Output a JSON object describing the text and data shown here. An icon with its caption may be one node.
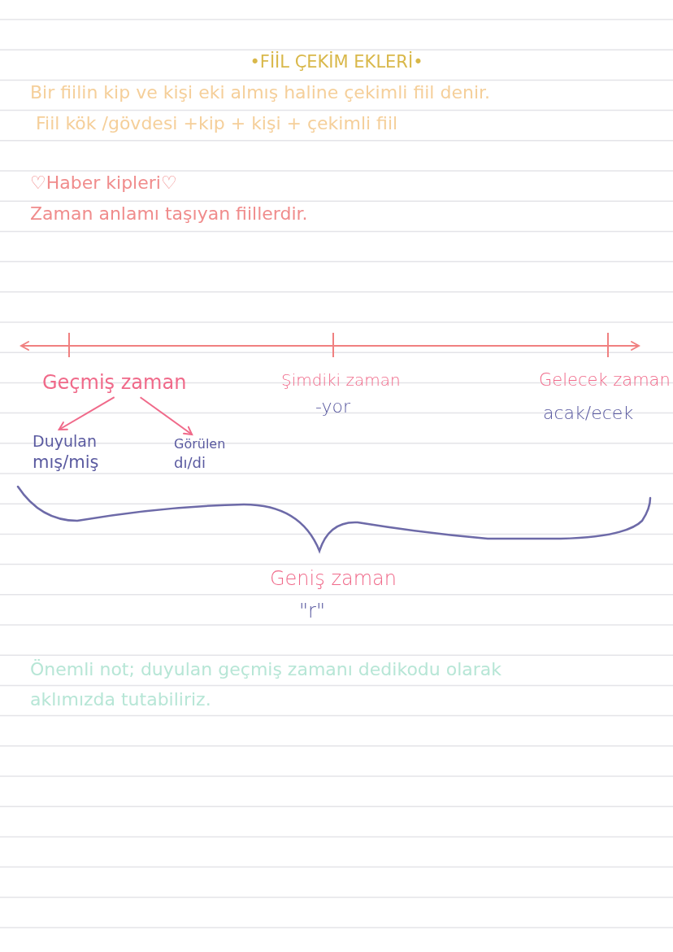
{
  "diagram": {
    "title": "•FİİL ÇEKİM EKLERİ•",
    "nodes": [
      {
        "text": [
          "Geçmiş zaman"
        ]
      },
      {
        "text": [
          "Duyulan",
          "mış/miş"
        ]
      },
      {
        "text": [
          "Görülen",
          "dı/di"
        ]
      }
    ],
    "edges": [
      {
        "from": 0,
        "to": 1,
        "arrow": "to"
      },
      {
        "from": 0,
        "to": 2,
        "arrow": "to"
      }
    ],
    "labels": [
      "Bir fiilin kip ve kişi eki almış haline çekimli fiil denir.",
      "Fiil kök /gövdesi +kip + kişi + çekimli fiil",
      "♡Haber kipleri♡",
      "Zaman anlamı taşıyan fiillerdir.",
      "Şimdiki zaman",
      "-yor",
      "Gelecek zaman",
      "acak/ecek",
      "Geniş zaman",
      "\"r\"",
      "Önemli not; duyulan geçmiş zamanı dedikodu olarak aklımızda tutabiliriz."
    ]
  }
}
